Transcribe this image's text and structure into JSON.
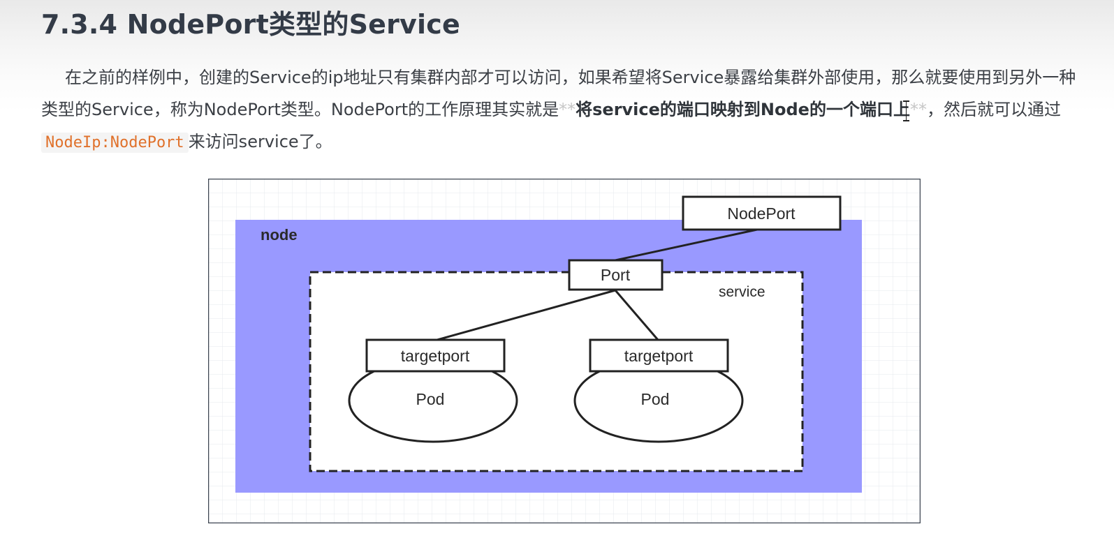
{
  "heading": "7.3.4 NodePort类型的Service",
  "paragraph": {
    "part1": "在之前的样例中，创建的Service的ip地址只有集群内部才可以访问，如果希望将Service暴露给集群外部使用，那么就要使用到另外一种类型的Service，称为NodePort类型。NodePort的工作原理其实就是",
    "mark_open": "**",
    "bold": "将service的端口映射到Node的一个端口上",
    "mark_close": "**",
    "part2": "，然后就可以通过",
    "code": "NodeIp:NodePort",
    "part3": "来访问service了。"
  },
  "diagram": {
    "node_label": "node",
    "service_label": "service",
    "nodeport_label": "NodePort",
    "port_label": "Port",
    "targetport_left_label": "targetport",
    "targetport_right_label": "targetport",
    "pod_left_label": "Pod",
    "pod_right_label": "Pod",
    "colors": {
      "node_fill": "#9999ff",
      "grid_line": "#e6e8ee",
      "frame_border": "#3c4450",
      "box_stroke": "#222222"
    }
  }
}
